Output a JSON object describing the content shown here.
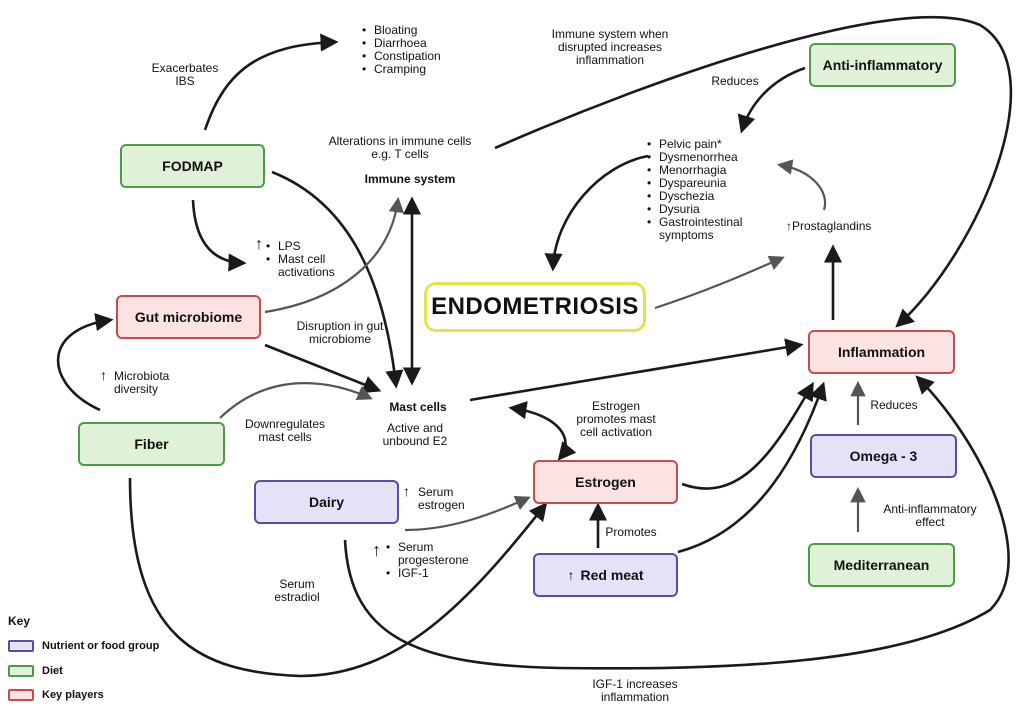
{
  "title": "ENDOMETRIOSIS",
  "boxes": {
    "fodmap": "FODMAP",
    "gut_microbiome": "Gut microbiome",
    "fiber": "Fiber",
    "dairy": "Dairy",
    "estrogen": "Estrogen",
    "red_meat": "Red meat",
    "anti_inflammatory": "Anti-inflammatory",
    "inflammation": "Inflammation",
    "omega3": "Omega - 3",
    "mediterranean": "Mediterranean"
  },
  "labels": {
    "exacerbates_ibs": "Exacerbates\nIBS",
    "ibs_symptoms": [
      "Bloating",
      "Diarrhoea",
      "Constipation",
      "Cramping"
    ],
    "immune_disrupted": "Immune system when\ndisrupted increases\ninflammation",
    "reduces_top": "Reduces",
    "alterations": "Alterations in immune cells\ne.g. T cells",
    "immune_system": "Immune system",
    "symptoms": [
      "Pelvic pain*",
      "Dysmenorrhea",
      "Menorrhagia",
      "Dyspareunia",
      "Dyschezia",
      "Dysuria",
      "Gastrointestinal\nsymptoms"
    ],
    "lps_items": [
      "LPS",
      "Mast cell\nactivations"
    ],
    "prostaglandins": "Prostaglandins",
    "disruption_gut": "Disruption in gut\nmicrobiome",
    "microbiota_diversity": "Microbiota\ndiversity",
    "mast_cells": "Mast cells",
    "active_unbound": "Active and\nunbound E2",
    "downregulates": "Downregulates\nmast cells",
    "estrogen_promotes": "Estrogen\npromotes mast\ncell activation",
    "reduces_omega": "Reduces",
    "serum_estrogen": "Serum\nestrogen",
    "promotes": "Promotes",
    "anti_inflammatory_effect": "Anti-inflammatory\neffect",
    "serum_items": [
      "Serum\nprogesterone",
      "IGF-1"
    ],
    "serum_estradiol": "Serum\nestradiol",
    "igf1_increases": "IGF-1 increases\ninflammation",
    "up_arrow": "↑"
  },
  "key": {
    "title": "Key",
    "items": [
      {
        "label": "Nutrient or food group",
        "color": "#e6e1f6",
        "border": "#5d4aa6"
      },
      {
        "label": "Diet",
        "color": "#dff2d8",
        "border": "#4f9a45"
      },
      {
        "label": "Key players",
        "color": "#fbe3e3",
        "border": "#c94c4c"
      }
    ]
  },
  "colors": {
    "diet": "#4f9a45",
    "player": "#c94c4c",
    "nutrient": "#5d4aa6",
    "endometriosis_border": "#e3e34a",
    "arrow_dark": "#1a1a1a",
    "arrow_gray": "#555555"
  }
}
